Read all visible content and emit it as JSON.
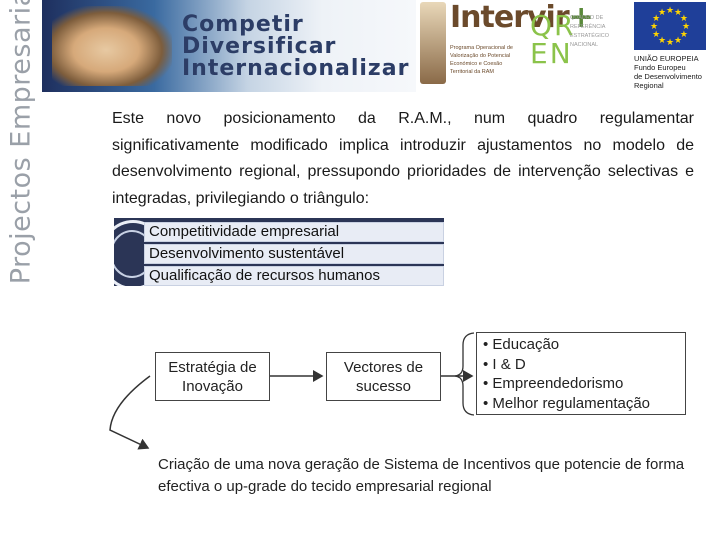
{
  "header": {
    "side_title": "Projectos Empresariais",
    "slogan": [
      "Competir",
      "Diversificar",
      "Internacionalizar"
    ],
    "intervir_logo": {
      "name": "Intervir",
      "description": "Programa Operacional de Valorização do Potencial Económico e Coesão Territorial da RAM"
    },
    "qren_logo": {
      "letters": [
        "QR",
        "EN"
      ],
      "text": "QUADRO DE REFERÊNCIA ESTRATÉGICO NACIONAL"
    },
    "eu_logo": {
      "line1": "UNIÃO EUROPEIA",
      "line2": "Fundo Europeu",
      "line3": "de Desenvolvimento",
      "line4": "Regional"
    }
  },
  "body": {
    "intro": "Este novo posicionamento da R.A.M., num quadro regulamentar significativamente modificado implica introduzir ajustamentos no modelo de desenvolvimento regional, pressupondo prioridades de intervenção selectivas e integradas, privilegiando o triângulo:",
    "priorities": [
      "Competitividade empresarial",
      "Desenvolvimento sustentável",
      "Qualificação de recursos humanos"
    ],
    "flow": {
      "box1": "Estratégia de Inovação",
      "box2": "Vectores de sucesso",
      "vectors": [
        "Educação",
        "I & D",
        "Empreendedorismo",
        "Melhor regulamentação"
      ]
    },
    "conclusion": "Criação de uma nova geração de Sistema de Incentivos que potencie de forma efectiva o up-grade do tecido empresarial regional"
  }
}
